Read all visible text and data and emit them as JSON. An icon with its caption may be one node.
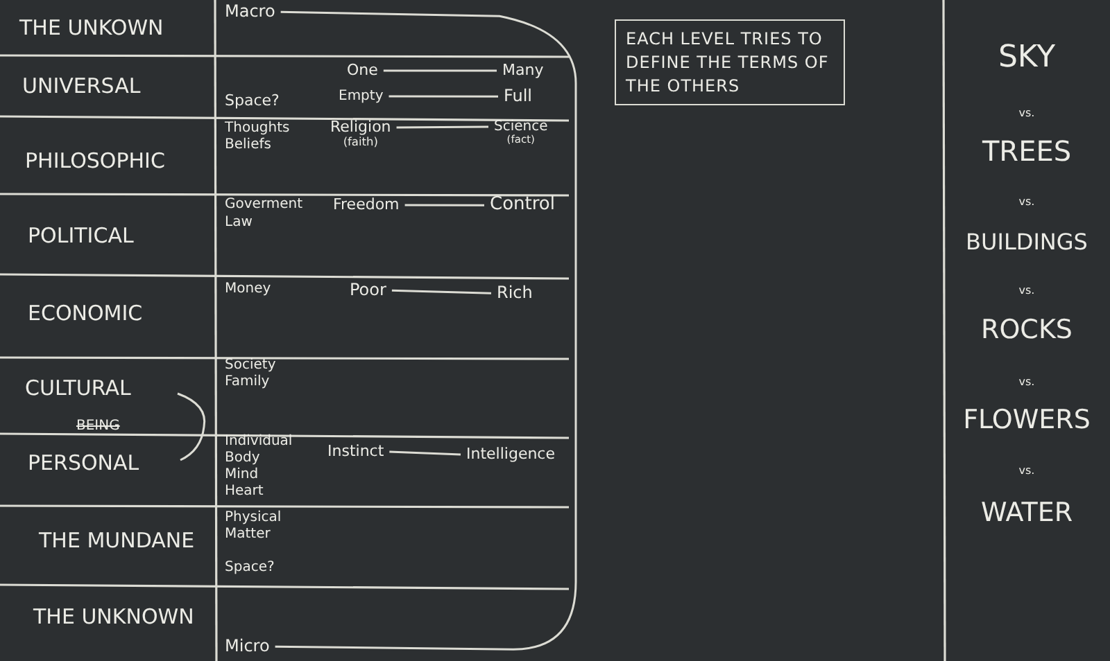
{
  "diagram": {
    "nodes": [
      {
        "text": [
          "Macro"
        ]
      },
      {
        "text": [
          "Micro"
        ]
      },
      {
        "text": [
          "One"
        ]
      },
      {
        "text": [
          "Many"
        ]
      },
      {
        "text": [
          "Empty"
        ]
      },
      {
        "text": [
          "Full"
        ]
      },
      {
        "text": [
          "Religion",
          "(faith)"
        ]
      },
      {
        "text": [
          "Science",
          "(fact)"
        ]
      },
      {
        "text": [
          "Freedom"
        ]
      },
      {
        "text": [
          "Control"
        ]
      },
      {
        "text": [
          "Poor"
        ]
      },
      {
        "text": [
          "Rich"
        ]
      },
      {
        "text": [
          "Instinct"
        ]
      },
      {
        "text": [
          "Intelligence"
        ]
      },
      {
        "text": [
          "EACH LEVEL TRIES TO DEFINE THE TERMS OF THE OTHERS"
        ]
      }
    ],
    "edges": [
      {
        "from": 0,
        "to": 1,
        "arrow": "none"
      },
      {
        "from": 2,
        "to": 3,
        "arrow": "none"
      },
      {
        "from": 4,
        "to": 5,
        "arrow": "none"
      },
      {
        "from": 6,
        "to": 7,
        "arrow": "none"
      },
      {
        "from": 8,
        "to": 9,
        "arrow": "none"
      },
      {
        "from": 10,
        "to": 11,
        "arrow": "none"
      },
      {
        "from": 12,
        "to": 13,
        "arrow": "none"
      }
    ],
    "labels": [
      "THE UNKOWN",
      "UNIVERSAL",
      "Space?",
      "PHILOSOPHIC",
      "Thoughts",
      "Beliefs",
      "POLITICAL",
      "Goverment",
      "Law",
      "ECONOMIC",
      "Money",
      "CULTURAL",
      "Society",
      "Family",
      "BEING",
      "PERSONAL",
      "Individual",
      "Body",
      "Mind",
      "Heart",
      "THE MUNDANE",
      "Physical",
      "Matter",
      "Space?",
      "THE UNKNOWN",
      "SKY",
      "vs.",
      "TREES",
      "vs.",
      "BUILDINGS",
      "vs.",
      "ROCKS",
      "vs.",
      "FLOWERS",
      "vs.",
      "WATER"
    ]
  }
}
